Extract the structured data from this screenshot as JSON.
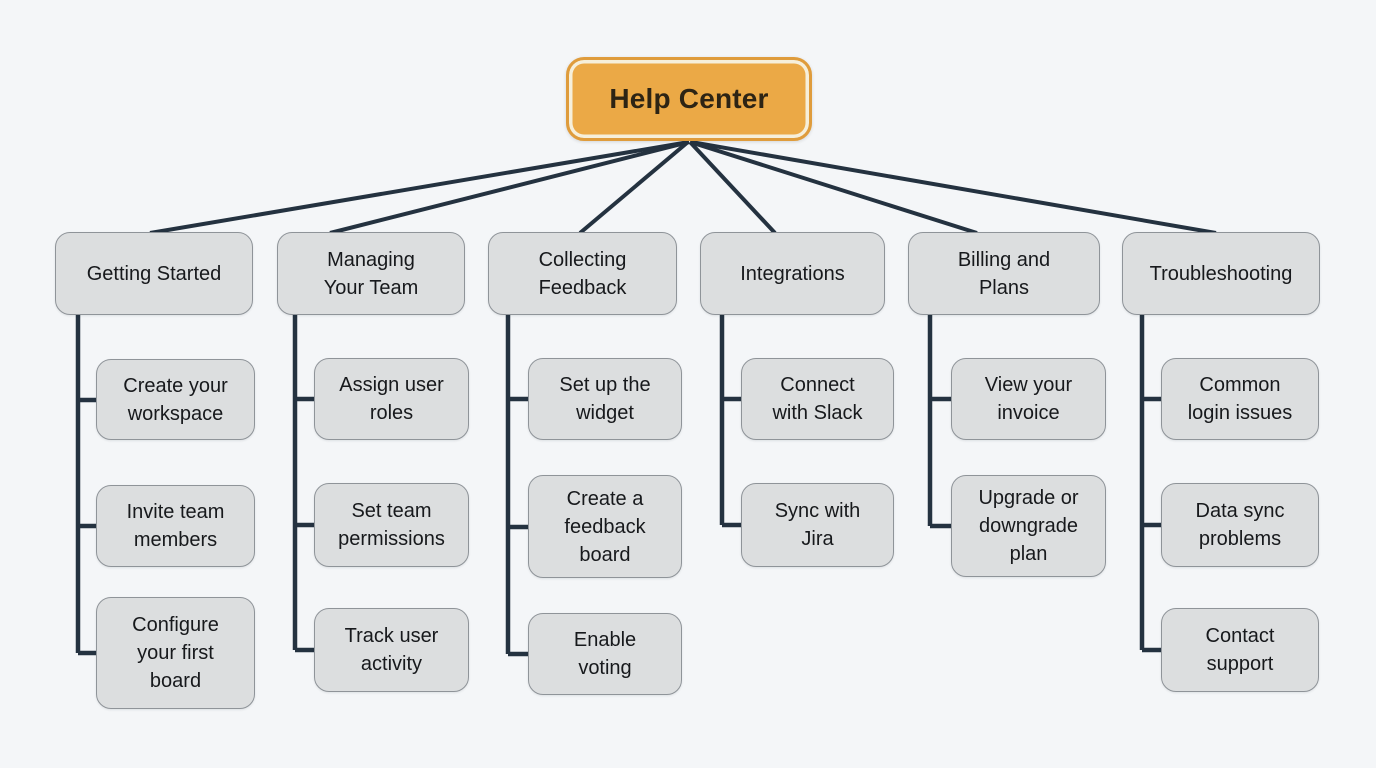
{
  "colors": {
    "background": "#f4f6f8",
    "root_fill": "#eba946",
    "root_border": "#df9c3c",
    "root_inner_ring": "#f6efda",
    "node_fill": "#dcdedf",
    "node_border": "#8f9499",
    "connector": "#243240",
    "text": "#17191c"
  },
  "diagram": {
    "root": {
      "label": "Help Center"
    },
    "branches": [
      {
        "label": "Getting Started",
        "children": [
          {
            "label": "Create your\nworkspace"
          },
          {
            "label": "Invite team\nmembers"
          },
          {
            "label": "Configure\nyour first\nboard"
          }
        ]
      },
      {
        "label": "Managing\nYour Team",
        "children": [
          {
            "label": "Assign user\nroles"
          },
          {
            "label": "Set team\npermissions"
          },
          {
            "label": "Track user\nactivity"
          }
        ]
      },
      {
        "label": "Collecting\nFeedback",
        "children": [
          {
            "label": "Set up the\nwidget"
          },
          {
            "label": "Create a\nfeedback\nboard"
          },
          {
            "label": "Enable\nvoting"
          }
        ]
      },
      {
        "label": "Integrations",
        "children": [
          {
            "label": "Connect\nwith Slack"
          },
          {
            "label": "Sync with\nJira"
          }
        ]
      },
      {
        "label": "Billing and\nPlans",
        "children": [
          {
            "label": "View your\ninvoice"
          },
          {
            "label": "Upgrade or\ndowngrade\nplan"
          }
        ]
      },
      {
        "label": "Troubleshooting",
        "children": [
          {
            "label": "Common\nlogin issues"
          },
          {
            "label": "Data sync\nproblems"
          },
          {
            "label": "Contact\nsupport"
          }
        ]
      }
    ]
  }
}
